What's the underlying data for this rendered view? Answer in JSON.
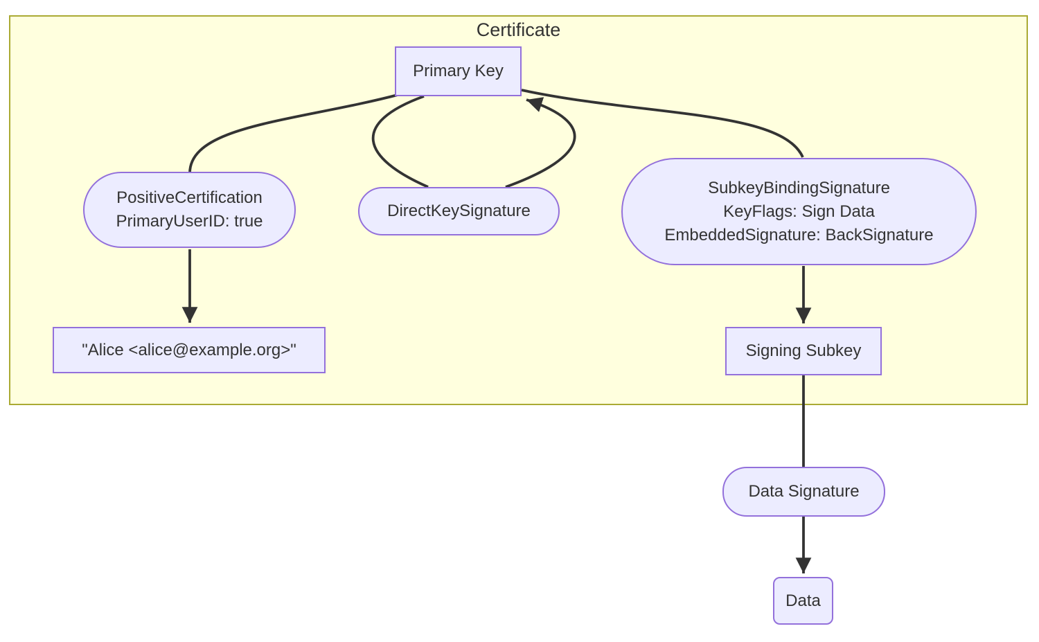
{
  "diagram": {
    "title": "Certificate",
    "colors": {
      "cluster_fill": "#ffffde",
      "cluster_border": "#aaaa33",
      "node_fill": "#ececff",
      "node_border": "#9370db",
      "edge_stroke": "#333333",
      "text": "#333333"
    },
    "nodes": {
      "primary_key": {
        "label": "Primary Key",
        "shape": "rect"
      },
      "positive_certification": {
        "shape": "stadium",
        "lines": [
          "PositiveCertification",
          "PrimaryUserID: true"
        ]
      },
      "direct_key_signature": {
        "label": "DirectKeySignature",
        "shape": "stadium"
      },
      "subkey_binding_signature": {
        "shape": "stadium",
        "lines": [
          "SubkeyBindingSignature",
          "KeyFlags: Sign Data",
          "EmbeddedSignature: BackSignature"
        ]
      },
      "user_id": {
        "label": "\"Alice <alice@example.org>\"",
        "shape": "rect"
      },
      "signing_subkey": {
        "label": "Signing Subkey",
        "shape": "rect"
      },
      "data_signature": {
        "label": "Data Signature",
        "shape": "stadium"
      },
      "data": {
        "label": "Data",
        "shape": "rounded-rect"
      }
    },
    "edges": [
      {
        "from": "primary_key",
        "to": "positive_certification",
        "arrow": false
      },
      {
        "from": "positive_certification",
        "to": "user_id",
        "arrow": true
      },
      {
        "from": "primary_key",
        "to": "direct_key_signature",
        "arrow": false
      },
      {
        "from": "direct_key_signature",
        "to": "primary_key",
        "arrow": true
      },
      {
        "from": "primary_key",
        "to": "subkey_binding_signature",
        "arrow": false
      },
      {
        "from": "subkey_binding_signature",
        "to": "signing_subkey",
        "arrow": true
      },
      {
        "from": "signing_subkey",
        "to": "data_signature",
        "arrow": false
      },
      {
        "from": "data_signature",
        "to": "data",
        "arrow": true
      }
    ]
  }
}
